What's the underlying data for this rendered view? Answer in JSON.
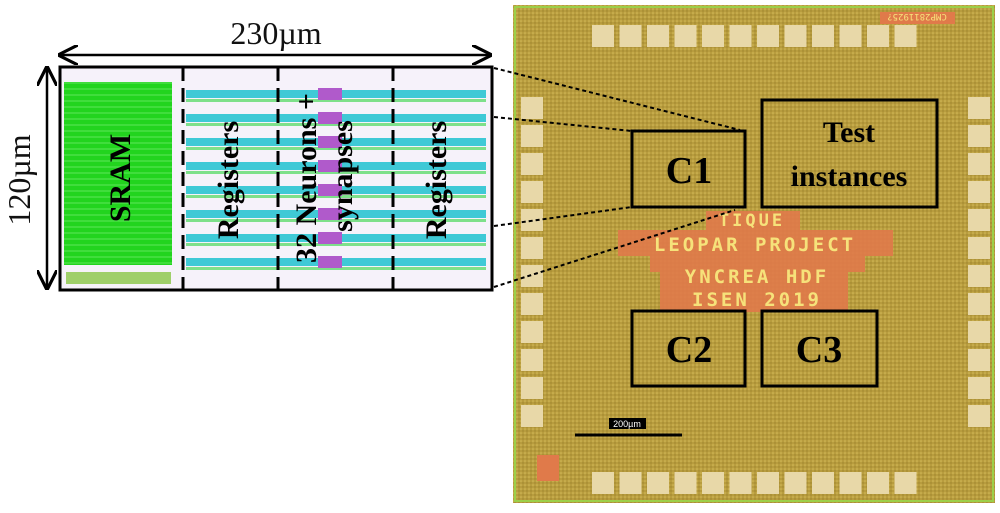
{
  "layout_view": {
    "width_label": "230µm",
    "height_label": "120µm",
    "blocks": [
      "SRAM",
      "Registers",
      "32 Neurons +",
      "synapses",
      "Registers"
    ]
  },
  "die_photo": {
    "regions": [
      "C1",
      "Test",
      "instances",
      "C2",
      "C3"
    ],
    "die_text": [
      "TIQUE",
      "LEOPAR PROJECT",
      "YNCREA HDF",
      "ISEN 2019"
    ],
    "scale_bar_label": "200µm",
    "die_id": "CMP2811925?",
    "colors": {
      "die": "#b59a3c",
      "pad": "#e8d8a8",
      "die_text_bg": "#e07a4a",
      "die_text": "#f6e27a"
    }
  }
}
